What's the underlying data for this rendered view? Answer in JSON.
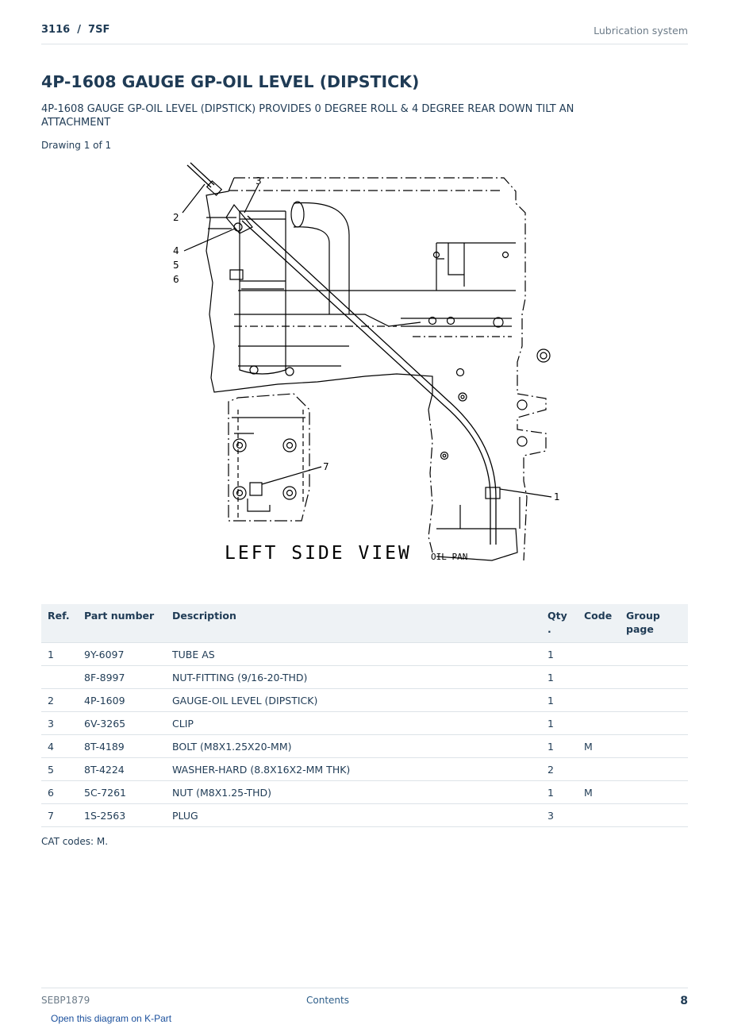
{
  "header": {
    "model": "3116  /  7SF",
    "section": "Lubrication system"
  },
  "title": "4P-1608 GAUGE GP-OIL LEVEL (DIPSTICK)",
  "subtitle": "4P-1608 GAUGE GP-OIL LEVEL (DIPSTICK) PROVIDES 0 DEGREE ROLL & 4 DEGREE REAR DOWN TILT AN ATTACHMENT",
  "drawing_label": "Drawing 1 of 1",
  "diagram": {
    "view_label": "LEFT SIDE VIEW",
    "oil_pan_label": "OIL PAN",
    "callouts": [
      "2",
      "3",
      "4",
      "5",
      "6",
      "7",
      "1"
    ]
  },
  "table": {
    "headers": {
      "ref": "Ref.",
      "part_number": "Part number",
      "description": "Description",
      "qty": "Qty\n.",
      "code": "Code",
      "group_page": "Group\npage"
    },
    "rows": [
      {
        "ref": "1",
        "part_number": "9Y-6097",
        "description": "TUBE AS",
        "qty": "1",
        "code": "",
        "group_page": ""
      },
      {
        "ref": "",
        "part_number": "8F-8997",
        "description": "NUT-FITTING (9/16-20-THD)",
        "qty": "1",
        "code": "",
        "group_page": ""
      },
      {
        "ref": "2",
        "part_number": "4P-1609",
        "description": "GAUGE-OIL LEVEL (DIPSTICK)",
        "qty": "1",
        "code": "",
        "group_page": ""
      },
      {
        "ref": "3",
        "part_number": "6V-3265",
        "description": "CLIP",
        "qty": "1",
        "code": "",
        "group_page": ""
      },
      {
        "ref": "4",
        "part_number": "8T-4189",
        "description": "BOLT (M8X1.25X20-MM)",
        "qty": "1",
        "code": "M",
        "group_page": ""
      },
      {
        "ref": "5",
        "part_number": "8T-4224",
        "description": "WASHER-HARD (8.8X16X2-MM THK)",
        "qty": "2",
        "code": "",
        "group_page": ""
      },
      {
        "ref": "6",
        "part_number": "5C-7261",
        "description": "NUT (M8X1.25-THD)",
        "qty": "1",
        "code": "M",
        "group_page": ""
      },
      {
        "ref": "7",
        "part_number": "1S-2563",
        "description": "PLUG",
        "qty": "3",
        "code": "",
        "group_page": ""
      }
    ]
  },
  "cat_codes": "CAT codes: M.",
  "footer": {
    "doc_id": "SEBP1879",
    "contents": "Contents",
    "page": "8"
  },
  "kpart_link": "Open this diagram on K-Part"
}
